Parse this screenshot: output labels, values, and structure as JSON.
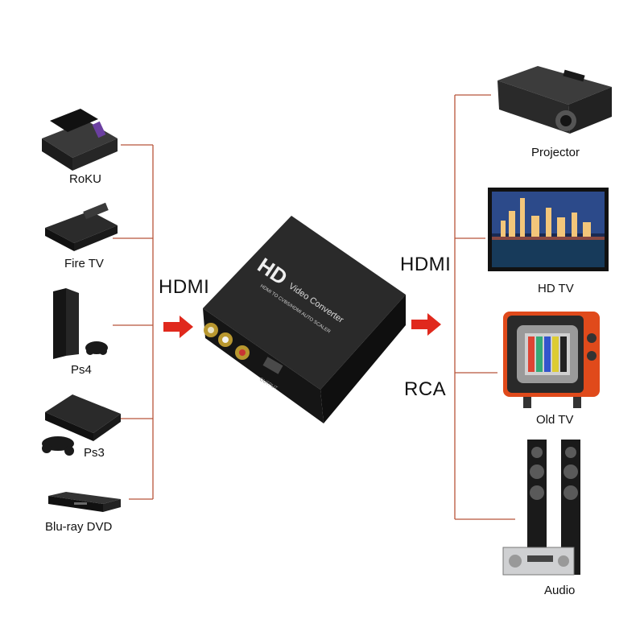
{
  "sources": [
    {
      "label": "RoKU",
      "icon": "roku-box-icon"
    },
    {
      "label": "Fire TV",
      "icon": "fire-tv-box-icon"
    },
    {
      "label": "Ps4",
      "icon": "ps4-console-icon"
    },
    {
      "label": "Ps3",
      "icon": "ps3-console-icon"
    },
    {
      "label": "Blu-ray DVD",
      "icon": "bluray-player-icon"
    }
  ],
  "outputs": [
    {
      "label": "Projector",
      "icon": "projector-icon"
    },
    {
      "label": "HD TV",
      "icon": "hd-tv-icon"
    },
    {
      "label": "Old TV",
      "icon": "old-tv-icon"
    },
    {
      "label": "Audio",
      "icon": "audio-speakers-icon"
    }
  ],
  "input_label": "HDMI",
  "output_labels": {
    "top": "HDMI",
    "bottom": "RCA"
  },
  "device": {
    "logo": "HD",
    "title": "Video Converter",
    "subtitle": "HDMI TO CVBS/HDMI AUTO SCALER",
    "port_label": "OUTPUT"
  },
  "colors": {
    "connector": "#b8553a",
    "arrow": "#e0291d",
    "device": "#1b1b1b"
  }
}
